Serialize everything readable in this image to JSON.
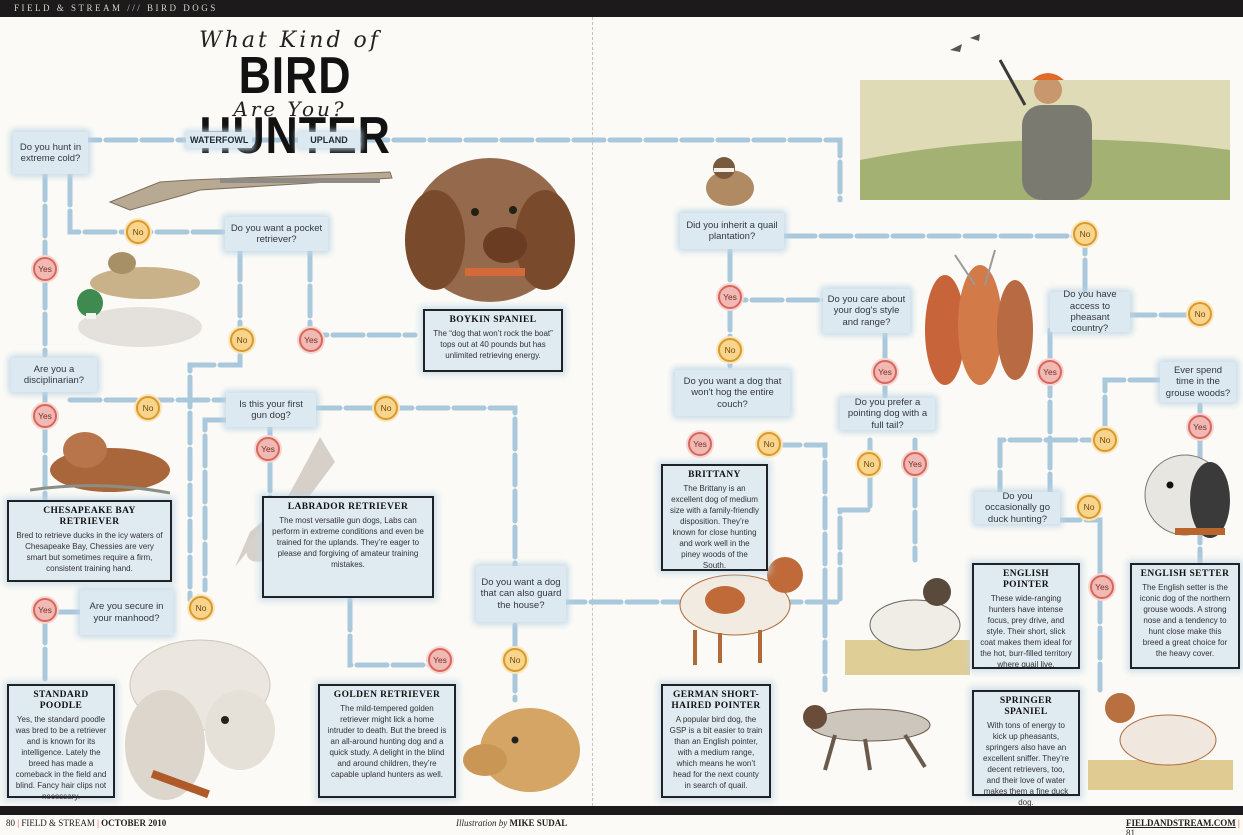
{
  "header": {
    "section": "FIELD & STREAM /// BIRD DOGS"
  },
  "title": {
    "line1": "What Kind of",
    "line2": "BIRD HUNTER",
    "line3": "Are You?"
  },
  "tags": {
    "waterfowl": "WATERFOWL",
    "upland": "UPLAND"
  },
  "questions": {
    "cold": "Do you hunt in extreme cold?",
    "pocket": "Do you want a pocket retriever?",
    "disciplinarian": "Are you a disciplinarian?",
    "firstdog": "Is this your first gun dog?",
    "manhood": "Are you secure in your manhood?",
    "guard": "Do you want a dog that can also guard the house?",
    "quail": "Did you inherit a quail plantation?",
    "style": "Do you care about your dog's style and range?",
    "pheasant": "Do you have access to pheasant country?",
    "hog": "Do you want a dog that won't hog the entire couch?",
    "fulltail": "Do you prefer a pointing dog with a full tail?",
    "grouse": "Ever spend time in the grouse woods?",
    "duck": "Do you occasionally go duck hunting?"
  },
  "answers": {
    "yes": "Yes",
    "no": "No"
  },
  "breeds": {
    "boykin": {
      "name": "BOYKIN SPANIEL",
      "desc": "The “dog that won’t rock the boat” tops out at 40 pounds but has unlimited retrieving energy."
    },
    "chesapeake": {
      "name": "CHESAPEAKE BAY RETRIEVER",
      "desc": "Bred to retrieve ducks in the icy waters of Chesapeake Bay, Chessies are very smart but sometimes require a firm, consistent training hand."
    },
    "labrador": {
      "name": "LABRADOR RETRIEVER",
      "desc": "The most versatile gun dogs, Labs can perform in extreme conditions and even be trained for the uplands. They’re eager to please and forgiving of amateur training mistakes."
    },
    "poodle": {
      "name": "STANDARD POODLE",
      "desc": "Yes, the standard poodle was bred to be a retriever and is known for its intelligence. Lately the breed has made a comeback in the field and blind. Fancy hair clips not necessary."
    },
    "golden": {
      "name": "GOLDEN RETRIEVER",
      "desc": "The mild-tempered golden retriever might lick a home intruder to death. But the breed is an all-around hunting dog and a quick study. A delight in the blind and around children, they’re capable upland hunters as well."
    },
    "brittany": {
      "name": "BRITTANY",
      "desc": "The Brittany is an excellent dog of medium size with a family-friendly disposition. They’re known for close hunting and work well in the piney woods of the South."
    },
    "gsp": {
      "name": "GERMAN SHORT-HAIRED POINTER",
      "desc": "A popular bird dog, the GSP is a bit easier to train than an English pointer, with a medium range, which means he won’t head for the next county in search of quail."
    },
    "englishpointer": {
      "name": "ENGLISH POINTER",
      "desc": "These wide-ranging hunters have intense focus, prey drive, and style. Their short, slick coat makes them ideal for the hot, burr-filled territory where quail live."
    },
    "englishsetter": {
      "name": "ENGLISH SETTER",
      "desc": "The English setter is the iconic dog of the northern grouse woods. A strong nose and a tendency to hunt close make this breed a great choice for the heavy cover."
    },
    "springer": {
      "name": "SPRINGER SPANIEL",
      "desc": "With tons of energy to kick up pheasants, springers also have an excellent sniffer. They’re decent retrievers, too, and their love of water makes them a fine duck dog."
    }
  },
  "footer": {
    "left_page": "80",
    "magazine": "FIELD & STREAM",
    "issue": "OCTOBER 2010",
    "credit_label": "Illustration by",
    "credit_name": "MIKE SUDAL",
    "site": "FIELDANDSTREAM.COM",
    "right_page": "81"
  },
  "colors": {
    "path": "#a9c8dc",
    "yes": "#d9665c",
    "no": "#d89a2c",
    "card_bg": "#dfeaf1"
  }
}
